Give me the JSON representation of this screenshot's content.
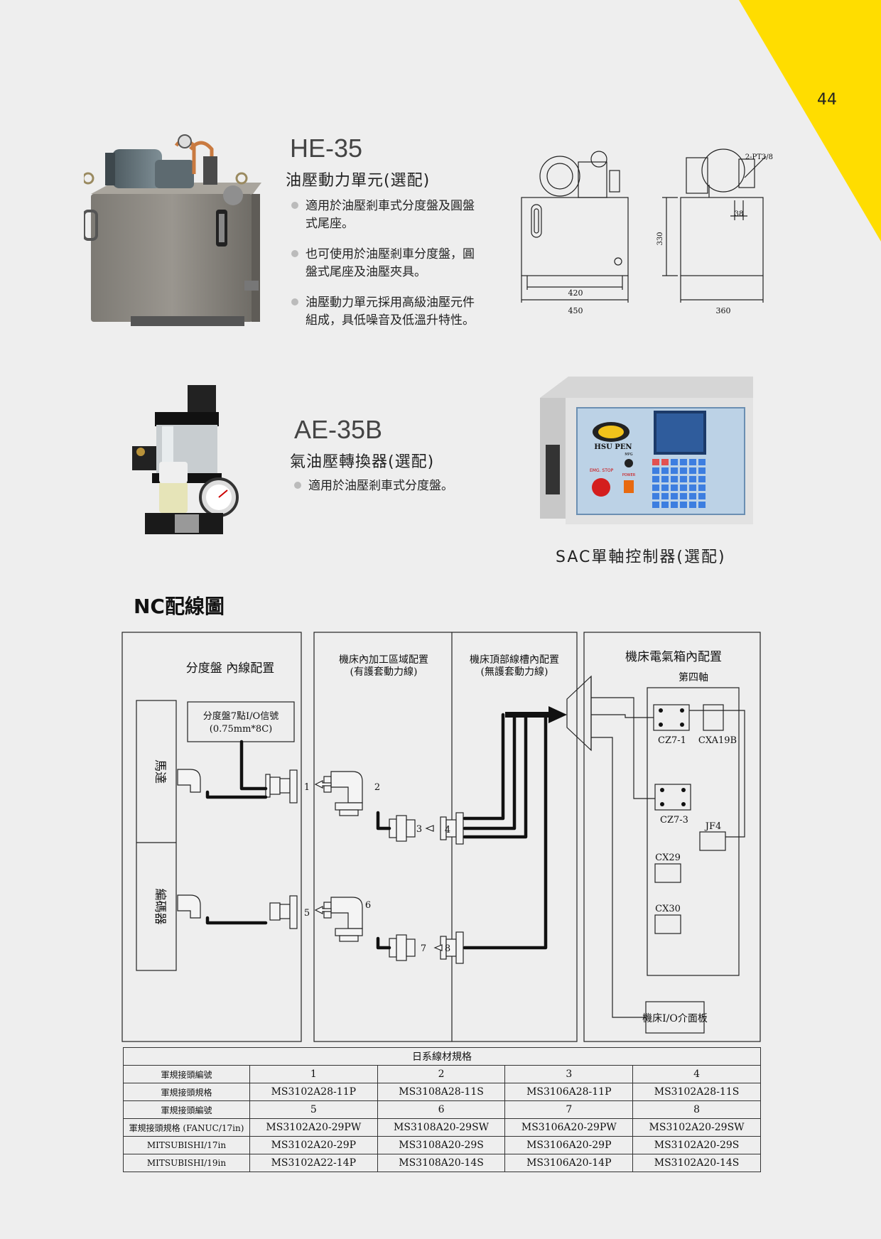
{
  "page_number": "44",
  "he35": {
    "title": "HE-35",
    "subtitle": "油壓動力單元(選配)",
    "bullets": [
      [
        "適用於油壓剎車式分度盤及圓盤",
        "式尾座。"
      ],
      [
        "也可使用於油壓剎車分度盤，圓",
        "盤式尾座及油壓夾具。"
      ],
      [
        "油壓動力單元採用高級油壓元件",
        "組成，具低噪音及低溫升特性。"
      ]
    ],
    "drawing": {
      "port": "2-PT3/8",
      "dim_38": "38",
      "dim_330": "330",
      "dim_420": "420",
      "dim_450": "450",
      "dim_360": "360"
    }
  },
  "ae35b": {
    "title": "AE-35B",
    "subtitle": "氣油壓轉換器(選配)",
    "bullets": [
      [
        "適用於油壓剎車式分度盤。"
      ]
    ]
  },
  "sac": {
    "caption": "SAC單軸控制器(選配)",
    "brand": "HSU PEN",
    "emg": "EMG. STOP",
    "mpg": "MPG",
    "power": "POWER"
  },
  "nc_title": "NC配線圖",
  "diagram": {
    "panel1_title": "分度盤  內線配置",
    "signal_box": [
      "分度盤7點I/O信號",
      "(0.75mm*8C)"
    ],
    "motor": "馬達",
    "encoder": "編碼器",
    "panel2_title": [
      "機床內加工區域配置",
      "(有護套動力線)"
    ],
    "panel3_title": [
      "機床頂部線槽內配置",
      "(無護套動力線)"
    ],
    "panel4_title": "機床電氣箱內配置",
    "axis4": "第四軸",
    "cz71": "CZ7-1",
    "cxa19b": "CXA19B",
    "cz73": "CZ7-3",
    "jf4": "JF4",
    "cx29": "CX29",
    "cx30": "CX30",
    "io_panel": "機床I/O介面板",
    "connectors": [
      "1",
      "2",
      "3",
      "4",
      "5",
      "6",
      "7",
      "8"
    ]
  },
  "table": {
    "title": "日系線材規格",
    "rows": [
      {
        "label": "軍規接頭編號",
        "cells": [
          "1",
          "2",
          "3",
          "4"
        ]
      },
      {
        "label": "軍規接頭規格",
        "cells": [
          "MS3102A28-11P",
          "MS3108A28-11S",
          "MS3106A28-11P",
          "MS3102A28-11S"
        ]
      },
      {
        "label": "軍規接頭編號",
        "cells": [
          "5",
          "6",
          "7",
          "8"
        ]
      },
      {
        "label": "軍規接頭規格 (FANUC/17in)",
        "cells": [
          "MS3102A20-29PW",
          "MS3108A20-29SW",
          "MS3106A20-29PW",
          "MS3102A20-29SW"
        ]
      },
      {
        "label": "MITSUBISHI/17in",
        "cells": [
          "MS3102A20-29P",
          "MS3108A20-29S",
          "MS3106A20-29P",
          "MS3102A20-29S"
        ]
      },
      {
        "label": "MITSUBISHI/19in",
        "cells": [
          "MS3102A22-14P",
          "MS3108A20-14S",
          "MS3106A20-14P",
          "MS3102A20-14S"
        ]
      }
    ]
  },
  "colors": {
    "accent_yellow": "#ffdd00",
    "page_bg": "#eeeeee",
    "ink": "#111111"
  }
}
